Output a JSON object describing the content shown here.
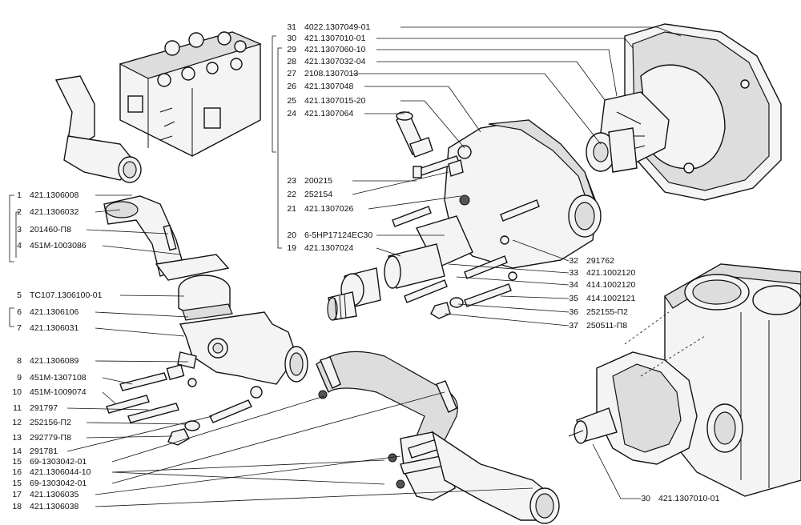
{
  "callouts_left": [
    {
      "num": "1",
      "code": "421.1306008"
    },
    {
      "num": "2",
      "code": "421.1306032"
    },
    {
      "num": "3",
      "code": "201460-П8"
    },
    {
      "num": "4",
      "code": "451М-1003086"
    },
    {
      "num": "5",
      "code": "ТС107.1306100-01"
    },
    {
      "num": "6",
      "code": "421.1306106"
    },
    {
      "num": "7",
      "code": "421.1306031"
    },
    {
      "num": "8",
      "code": "421.1306089"
    },
    {
      "num": "9",
      "code": "451М-1307108"
    },
    {
      "num": "10",
      "code": "451М-1009074"
    },
    {
      "num": "11",
      "code": "291797"
    },
    {
      "num": "12",
      "code": "252156-П2"
    },
    {
      "num": "13",
      "code": "292779-П8"
    },
    {
      "num": "14",
      "code": "291781"
    },
    {
      "num": "15",
      "code": "69-1303042-01"
    },
    {
      "num": "16",
      "code": "421.1306044-10"
    },
    {
      "num": "15",
      "code": "69-1303042-01"
    },
    {
      "num": "17",
      "code": "421.1306035"
    },
    {
      "num": "18",
      "code": "421.1306038"
    }
  ],
  "callouts_top": [
    {
      "num": "31",
      "code": "4022.1307049-01"
    },
    {
      "num": "30",
      "code": "421.1307010-01"
    },
    {
      "num": "29",
      "code": "421.1307060-10"
    },
    {
      "num": "28",
      "code": "421.1307032-04"
    },
    {
      "num": "27",
      "code": "2108.1307013"
    },
    {
      "num": "26",
      "code": "421.1307048"
    },
    {
      "num": "25",
      "code": "421.1307015-20"
    },
    {
      "num": "24",
      "code": "421.1307064"
    }
  ],
  "callouts_mid": [
    {
      "num": "23",
      "code": "200215"
    },
    {
      "num": "22",
      "code": "252154"
    },
    {
      "num": "21",
      "code": "421.1307026"
    },
    {
      "num": "20",
      "code": "6-5НР17124ЕС30"
    },
    {
      "num": "19",
      "code": "421.1307024"
    }
  ],
  "callouts_right": [
    {
      "num": "32",
      "code": "291762"
    },
    {
      "num": "33",
      "code": "421.1002120"
    },
    {
      "num": "34",
      "code": "414.1002120"
    },
    {
      "num": "35",
      "code": "414.1002121"
    },
    {
      "num": "36",
      "code": "252155-П2"
    },
    {
      "num": "37",
      "code": "250511-П8"
    }
  ],
  "callout_bottom": {
    "num": "30",
    "code": "421.1307010-01"
  }
}
